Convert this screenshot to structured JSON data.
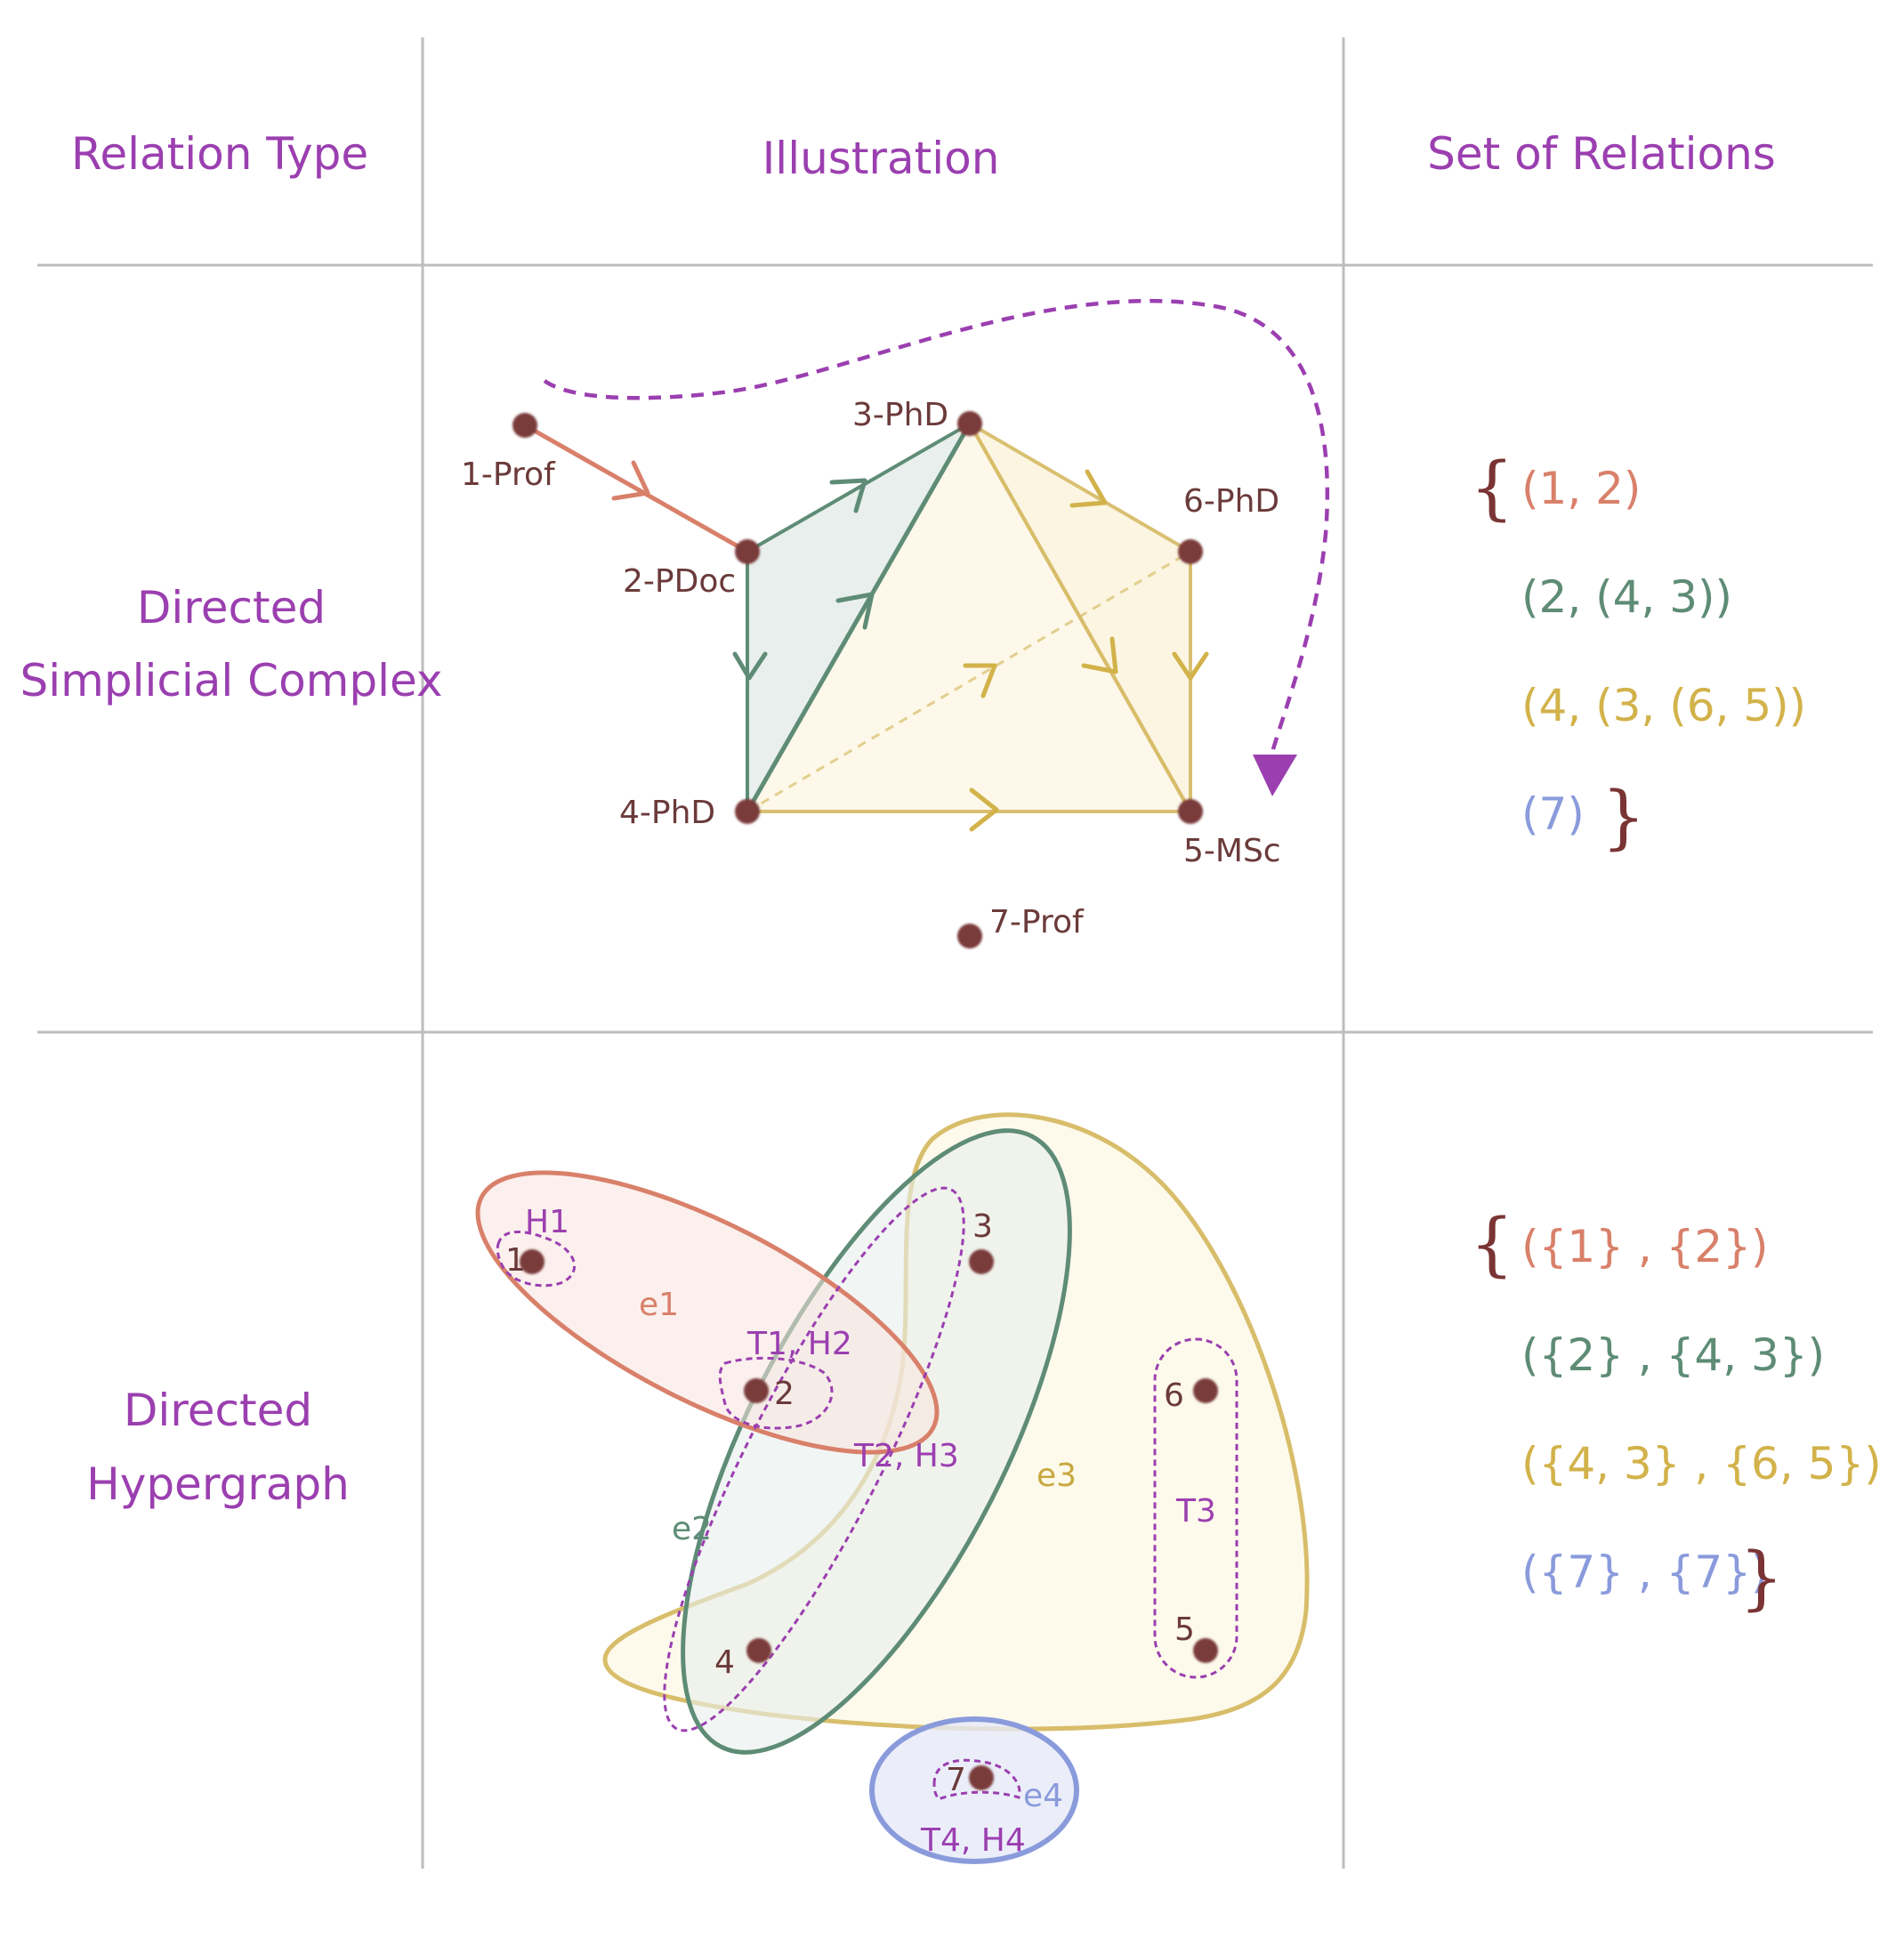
{
  "headers": {
    "relation_type": "Relation Type",
    "illustration": "Illustration",
    "set_of_relations": "Set of Relations"
  },
  "rows": [
    {
      "title_line1": "Directed",
      "title_line2": "Simplicial Complex"
    },
    {
      "title_line1": "Directed",
      "title_line2": "Hypergraph"
    }
  ],
  "simplicial": {
    "nodes": {
      "n1": "1-Prof",
      "n2": "2-PDoc",
      "n3": "3-PhD",
      "n4": "4-PhD",
      "n5": "5-MSc",
      "n6": "6-PhD",
      "n7": "7-Prof"
    },
    "relations": {
      "r1": "(1, 2)",
      "r2": "(2, (4, 3))",
      "r3": "(4, (3, (6, 5))",
      "r4": "(7)"
    }
  },
  "hypergraph": {
    "nodes": {
      "n1": "1",
      "n2": "2",
      "n3": "3",
      "n4": "4",
      "n5": "5",
      "n6": "6",
      "n7": "7"
    },
    "edges": {
      "e1": "e1",
      "e2": "e2",
      "e3": "e3",
      "e4": "e4"
    },
    "sets": {
      "h1": "H1",
      "t1h2": "T1, H2",
      "t2h3": "T2, H3",
      "t3": "T3",
      "t4h4": "T4, H4"
    },
    "relations": {
      "r1": "({1} , {2})",
      "r2": "({2} , {4, 3})",
      "r3": "({4, 3} , {6, 5})",
      "r4": "({7} , {7})"
    }
  },
  "braces": {
    "open": "{",
    "close": "}"
  },
  "colors": {
    "grid": "#bdbdbd",
    "purple": "#9b3fb0",
    "salmon": "#d9806a",
    "teal": "#5e8c76",
    "gold": "#d2b24a",
    "blue": "#8a9bdc",
    "node": "#7a3a3a"
  }
}
